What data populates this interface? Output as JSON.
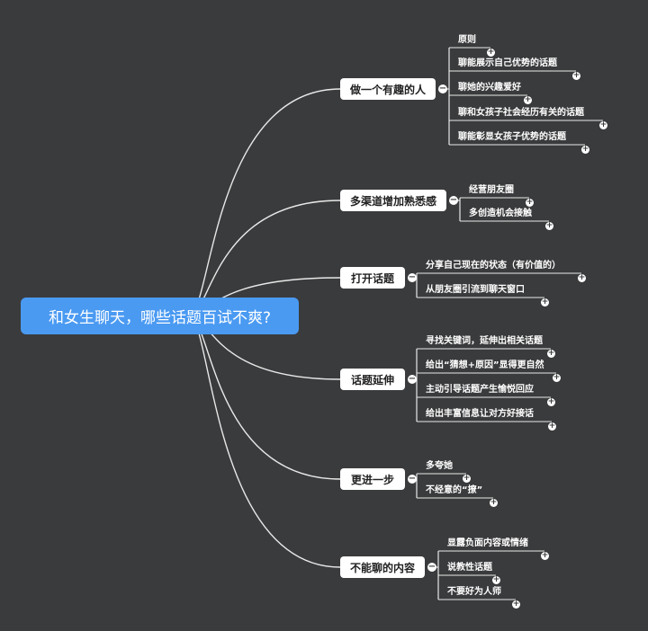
{
  "root": {
    "label": "和女生聊天，哪些话题百试不爽?"
  },
  "glyphs": {
    "collapse": "−",
    "expand": "+"
  },
  "colors": {
    "background": "#3a3b3d",
    "root": "#4a9af2",
    "connector": "#e8e8e8",
    "branch_fill": "#ffffff"
  },
  "branches": [
    {
      "label": "做一个有趣的人",
      "children": [
        "原则",
        "聊能展示自己优势的话题",
        "聊她的兴趣爱好",
        "聊和女孩子社会经历有关的话题",
        "聊能彰显女孩子优势的话题"
      ]
    },
    {
      "label": "多渠道增加熟悉感",
      "children": [
        "经营朋友圈",
        "多创造机会接触"
      ]
    },
    {
      "label": "打开话题",
      "children": [
        "分享自己现在的状态（有价值的）",
        "从朋友圈引流到聊天窗口"
      ]
    },
    {
      "label": "话题延伸",
      "children": [
        "寻找关键词，延伸出相关话题",
        "给出“猜想+原因”显得更自然",
        "主动引导话题产生愉悦回应",
        "给出丰富信息让对方好接话"
      ]
    },
    {
      "label": "更进一步",
      "children": [
        "多夸她",
        "不经意的“撩”"
      ]
    },
    {
      "label": "不能聊的内容",
      "children": [
        "显露负面内容或情绪",
        "说教性话题",
        "不要好为人师"
      ]
    }
  ]
}
